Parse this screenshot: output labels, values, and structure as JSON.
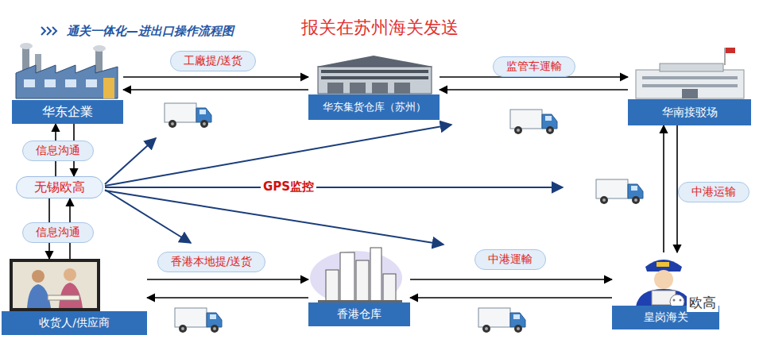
{
  "diagram": {
    "title": "通关一体化—进出口操作流程图",
    "nodes": [
      {
        "text": [
          "华东企業"
        ]
      },
      {
        "text": [
          "华东集货仓库（苏州）"
        ]
      },
      {
        "text": [
          "华南接驳场"
        ]
      },
      {
        "text": [
          "无锡欧高"
        ]
      },
      {
        "text": [
          "收货人/供应商"
        ]
      },
      {
        "text": [
          "香港仓库"
        ]
      },
      {
        "text": [
          "皇岗海关"
        ]
      }
    ],
    "edges": [
      {
        "from": 0,
        "to": 1,
        "label": "工廠提/送货",
        "arrow": "to"
      },
      {
        "from": 1,
        "to": 0,
        "arrow": "to"
      },
      {
        "from": 1,
        "to": 2,
        "label": "监管车運輸",
        "arrow": "to"
      },
      {
        "from": 2,
        "to": 1,
        "arrow": "to"
      },
      {
        "from": 3,
        "to": 0,
        "label": "信息沟通",
        "arrow": "to"
      },
      {
        "from": 0,
        "to": 3,
        "arrow": "to"
      },
      {
        "from": 3,
        "to": 4,
        "label": "信息沟通",
        "arrow": "to"
      },
      {
        "from": 4,
        "to": 3,
        "arrow": "to"
      },
      {
        "from": 6,
        "to": 2,
        "label": "中港运输",
        "arrow": "to"
      },
      {
        "from": 2,
        "to": 6,
        "arrow": "to"
      },
      {
        "from": 4,
        "to": 5,
        "label": "香港本地提/送货",
        "arrow": "to"
      },
      {
        "from": 5,
        "to": 4,
        "arrow": "to"
      },
      {
        "from": 5,
        "to": 6,
        "label": "中港運輸",
        "arrow": "to"
      },
      {
        "from": 6,
        "to": 5,
        "arrow": "to"
      }
    ],
    "labels": [
      "报关在苏州海关发送",
      "GPS监控",
      "欧高"
    ]
  }
}
